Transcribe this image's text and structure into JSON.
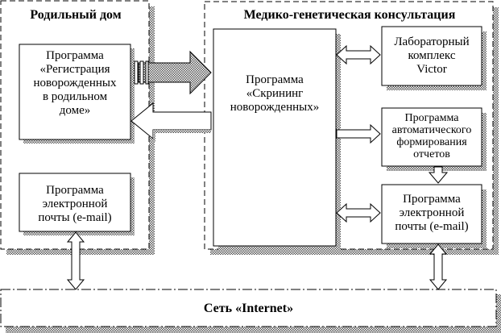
{
  "maternity": {
    "title": "Родильный дом",
    "registration_program": [
      "Программа",
      "«Регистрация",
      "новорожденных",
      "в родильном",
      "доме»"
    ],
    "email_program": [
      "Программа",
      "электронной",
      "почты (e-mail)"
    ]
  },
  "consultation": {
    "title": "Медико-генетическая консультация",
    "screening_program": [
      "Программа",
      "«Скрининг",
      "новорожденных»"
    ],
    "lab_complex": [
      "Лабораторный",
      "комплекс",
      "Victor"
    ],
    "reports_program": [
      "Программа",
      "автоматического",
      "формирования",
      "отчетов"
    ],
    "email_program": [
      "Программа",
      "электронной",
      "почты (e-mail)"
    ]
  },
  "network": {
    "label": "Сеть «Internet»"
  }
}
